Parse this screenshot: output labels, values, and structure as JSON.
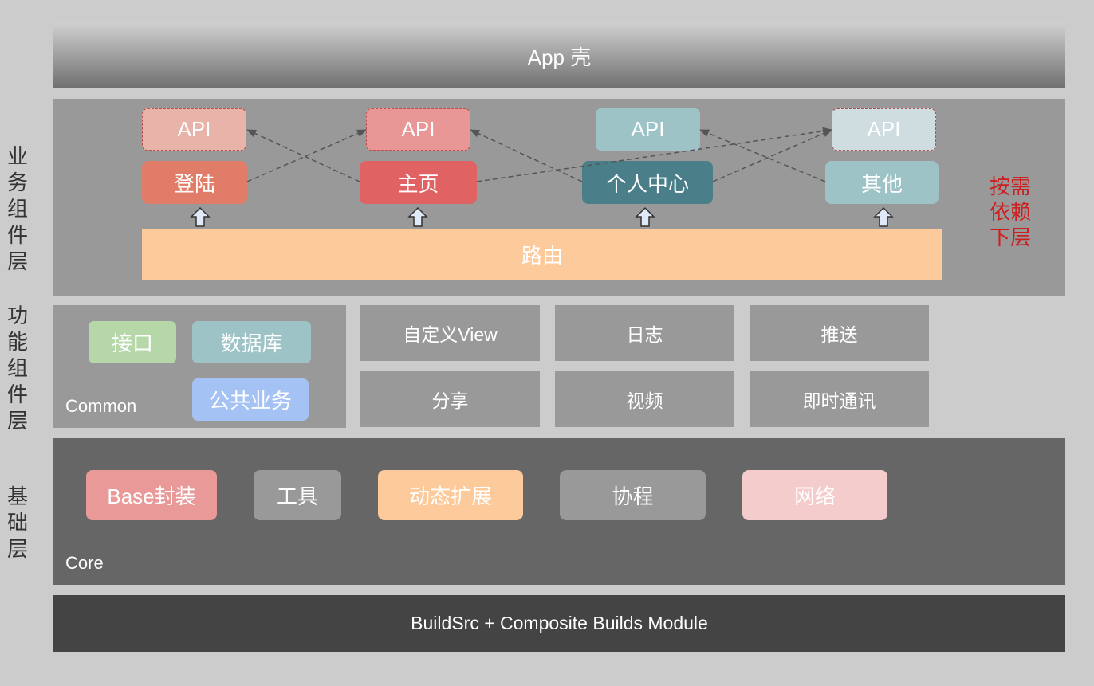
{
  "layers": {
    "business": "业\n务\n组\n件\n层",
    "function": "功\n能\n组\n件\n层",
    "base": "基\n础\n层"
  },
  "app_shell": "App 壳",
  "business": {
    "api_label": "API",
    "modules": {
      "login": "登陆",
      "home": "主页",
      "profile": "个人中心",
      "other": "其他"
    },
    "router": "路由",
    "note": "按需\n依赖\n下层"
  },
  "common": {
    "interface": "接口",
    "database": "数据库",
    "public_business": "公共业务",
    "caption": "Common"
  },
  "functions": {
    "custom_view": "自定义View",
    "log": "日志",
    "push": "推送",
    "share": "分享",
    "video": "视频",
    "im": "即时通讯"
  },
  "core": {
    "base_wrap": "Base封装",
    "tools": "工具",
    "dynamic_ext": "动态扩展",
    "coroutine": "协程",
    "network": "网络",
    "caption": "Core"
  },
  "buildsrc": "BuildSrc + Composite Builds Module",
  "colors": {
    "login_api": "#e8b3a8",
    "login": "#e07c68",
    "home_api": "#e89696",
    "home": "#e06262",
    "profile_api": "#9ec3c7",
    "profile": "#4a7f8a",
    "other_api": "#cfdde0",
    "other": "#9ec3c7",
    "router": "#fcca9b",
    "note": "#cc1f1f",
    "interface": "#b6d7a8",
    "database": "#9ec3c7",
    "public_business": "#a4c2f4",
    "base_wrap": "#ea9999",
    "tools": "#999999",
    "dynamic_ext": "#fcca9b",
    "coroutine": "#999999",
    "network": "#f4cccc"
  },
  "icons": {
    "up_arrow": "up-arrow-icon"
  }
}
